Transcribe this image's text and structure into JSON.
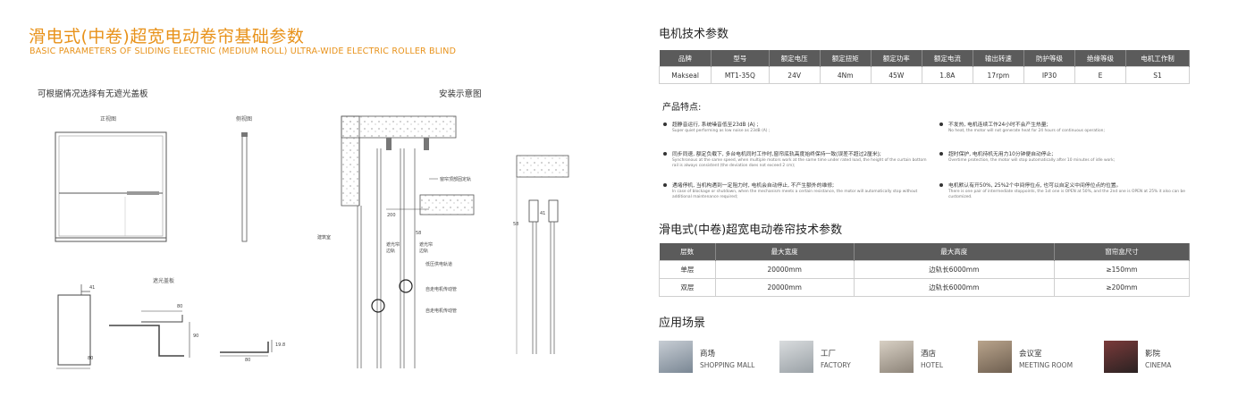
{
  "left": {
    "title_cn": "滑电式(中卷)超宽电动卷帘基础参数",
    "title_en": "BASIC PARAMETERS OF SLIDING ELECTRIC (MEDIUM ROLL) ULTRA-WIDE ELECTRIC ROLLER BLIND",
    "section_left": "可根据情况选择有无遮光盖板",
    "section_right": "安装示意图",
    "front_view": "正视图",
    "side_view": "侧视图",
    "cover_plate": "遮光盖板",
    "dims": {
      "d41": "41",
      "d80a": "80",
      "d80b": "80",
      "d90": "90",
      "d198": "19.8",
      "d80c": "80",
      "d200": "200",
      "d58a": "58",
      "d58b": "58",
      "d41b": "41"
    },
    "install_labels": {
      "top_rail": "窗帘顶部固定轨",
      "building_wall": "建筑室",
      "light_rail_1a": "遮光帘",
      "light_rail_1b": "边轨",
      "light_rail_2a": "遮光帘",
      "light_rail_2b": "边轨",
      "power_rail": "低压供电轨道",
      "motor_tube_1": "自走电机传动管",
      "motor_tube_2": "自走电机传动管"
    }
  },
  "right": {
    "motor_title": "电机技术参数",
    "motor_table": {
      "headers": [
        "品牌",
        "型号",
        "额定电压",
        "额定扭矩",
        "额定功率",
        "额定电流",
        "输出转速",
        "防护等级",
        "绝缘等级",
        "电机工作制"
      ],
      "row": [
        "Makseal",
        "MT1-35Q",
        "24V",
        "4Nm",
        "45W",
        "1.8A",
        "17rpm",
        "IP30",
        "E",
        "S1"
      ]
    },
    "features_title": "产品特点:",
    "features": [
      {
        "cn": "超静音运行, 系统噪音低至23dB (A) ;",
        "en": "Super quiet performing as low noise as 23dB (A) ;"
      },
      {
        "cn": "不发热, 电机连续工作24小时不会产生热量;",
        "en": "No heat, the motor will not generate heat for 24 hours of continuous operation;"
      },
      {
        "cn": "同步同速, 额定负载下, 多台电机同时工作时,窗帘底轨高度始终保持一致(误差不超过2厘米);",
        "en": "Synchronous at the same speed, when multiple motors work at the same time under rated load, the height of the curtain bottom rail is always consistent (the deviation does not exceed 2 cm);"
      },
      {
        "cn": "超时保护, 电机待机无用力10分钟便自动停止;",
        "en": "Overtime protection, the motor will stop automatically after 10 minutes of idle work;"
      },
      {
        "cn": "遇堵停机, 当机构遇到一定阻力时, 电机会自动停止, 不产生额外的维修;",
        "en": "In case of blockage or shutdown, when the mechanism meets a certain resistance, the motor will automatically stop without additional maintenance required;"
      },
      {
        "cn": "电机默认有开50%, 25%2个中间停位点, 也可以自定义中间停位点的位置。",
        "en": "There is one pair of intermediate stoppoints, the 1st one is OPEN at 50%, and the 2nd one is OPEN at 25% it also can be customized."
      }
    ],
    "spec_title": "滑电式(中卷)超宽电动卷帘技术参数",
    "spec_table": {
      "headers": [
        "层数",
        "最大宽度",
        "最大高度",
        "窗帘盒尺寸"
      ],
      "rows": [
        [
          "单层",
          "20000mm",
          "边轨长6000mm",
          "≥150mm"
        ],
        [
          "双层",
          "20000mm",
          "边轨长6000mm",
          "≥200mm"
        ]
      ]
    },
    "scenes_title": "应用场景",
    "scenes": [
      {
        "cn": "商场",
        "en": "SHOPPING MALL"
      },
      {
        "cn": "工厂",
        "en": "FACTORY"
      },
      {
        "cn": "酒店",
        "en": "HOTEL"
      },
      {
        "cn": "会议室",
        "en": "MEETING ROOM"
      },
      {
        "cn": "影院",
        "en": "CINEMA"
      }
    ]
  }
}
